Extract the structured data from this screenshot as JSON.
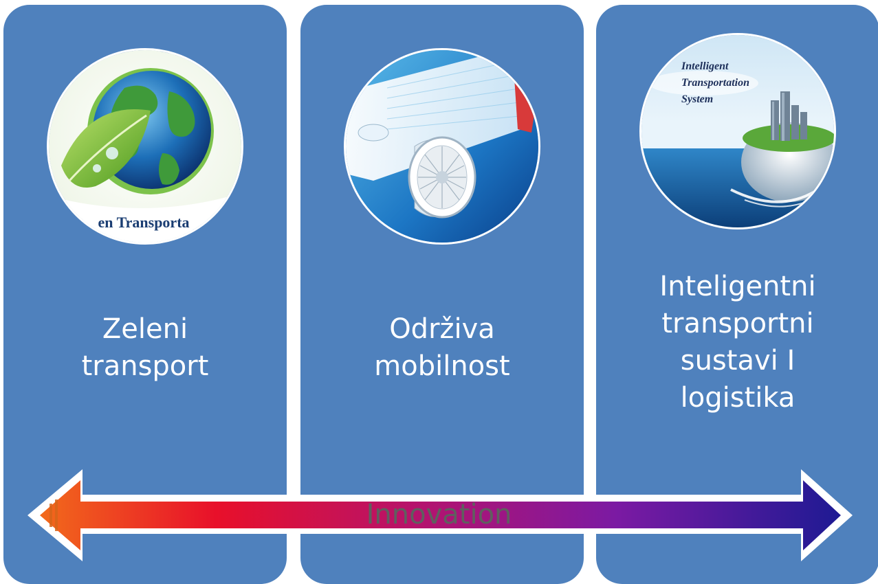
{
  "panels": [
    {
      "label": "Zeleni\ntransport",
      "image": {
        "icon": "globe-with-leaf",
        "caption": "en Transporta"
      }
    },
    {
      "label": "Održiva\nmobilnost",
      "image": {
        "icon": "aircraft-wing-engine"
      }
    },
    {
      "label": "Inteligentni\ntransportni\nsustavi  I\nlogistika",
      "image": {
        "icon": "globe-city-ocean",
        "caption_lines": [
          "Intelligent",
          "Transportation",
          "System"
        ]
      }
    }
  ],
  "arrow": {
    "label": "Innovation",
    "direction": "bidirectional",
    "gradient_colors": [
      "#f26a1b",
      "#e8102a",
      "#b3136f",
      "#7b1aa3",
      "#1e1a93"
    ]
  },
  "colors": {
    "panel_background": "#4f81bd",
    "panel_text": "#ffffff",
    "arrow_text": "#5f5f5f"
  }
}
